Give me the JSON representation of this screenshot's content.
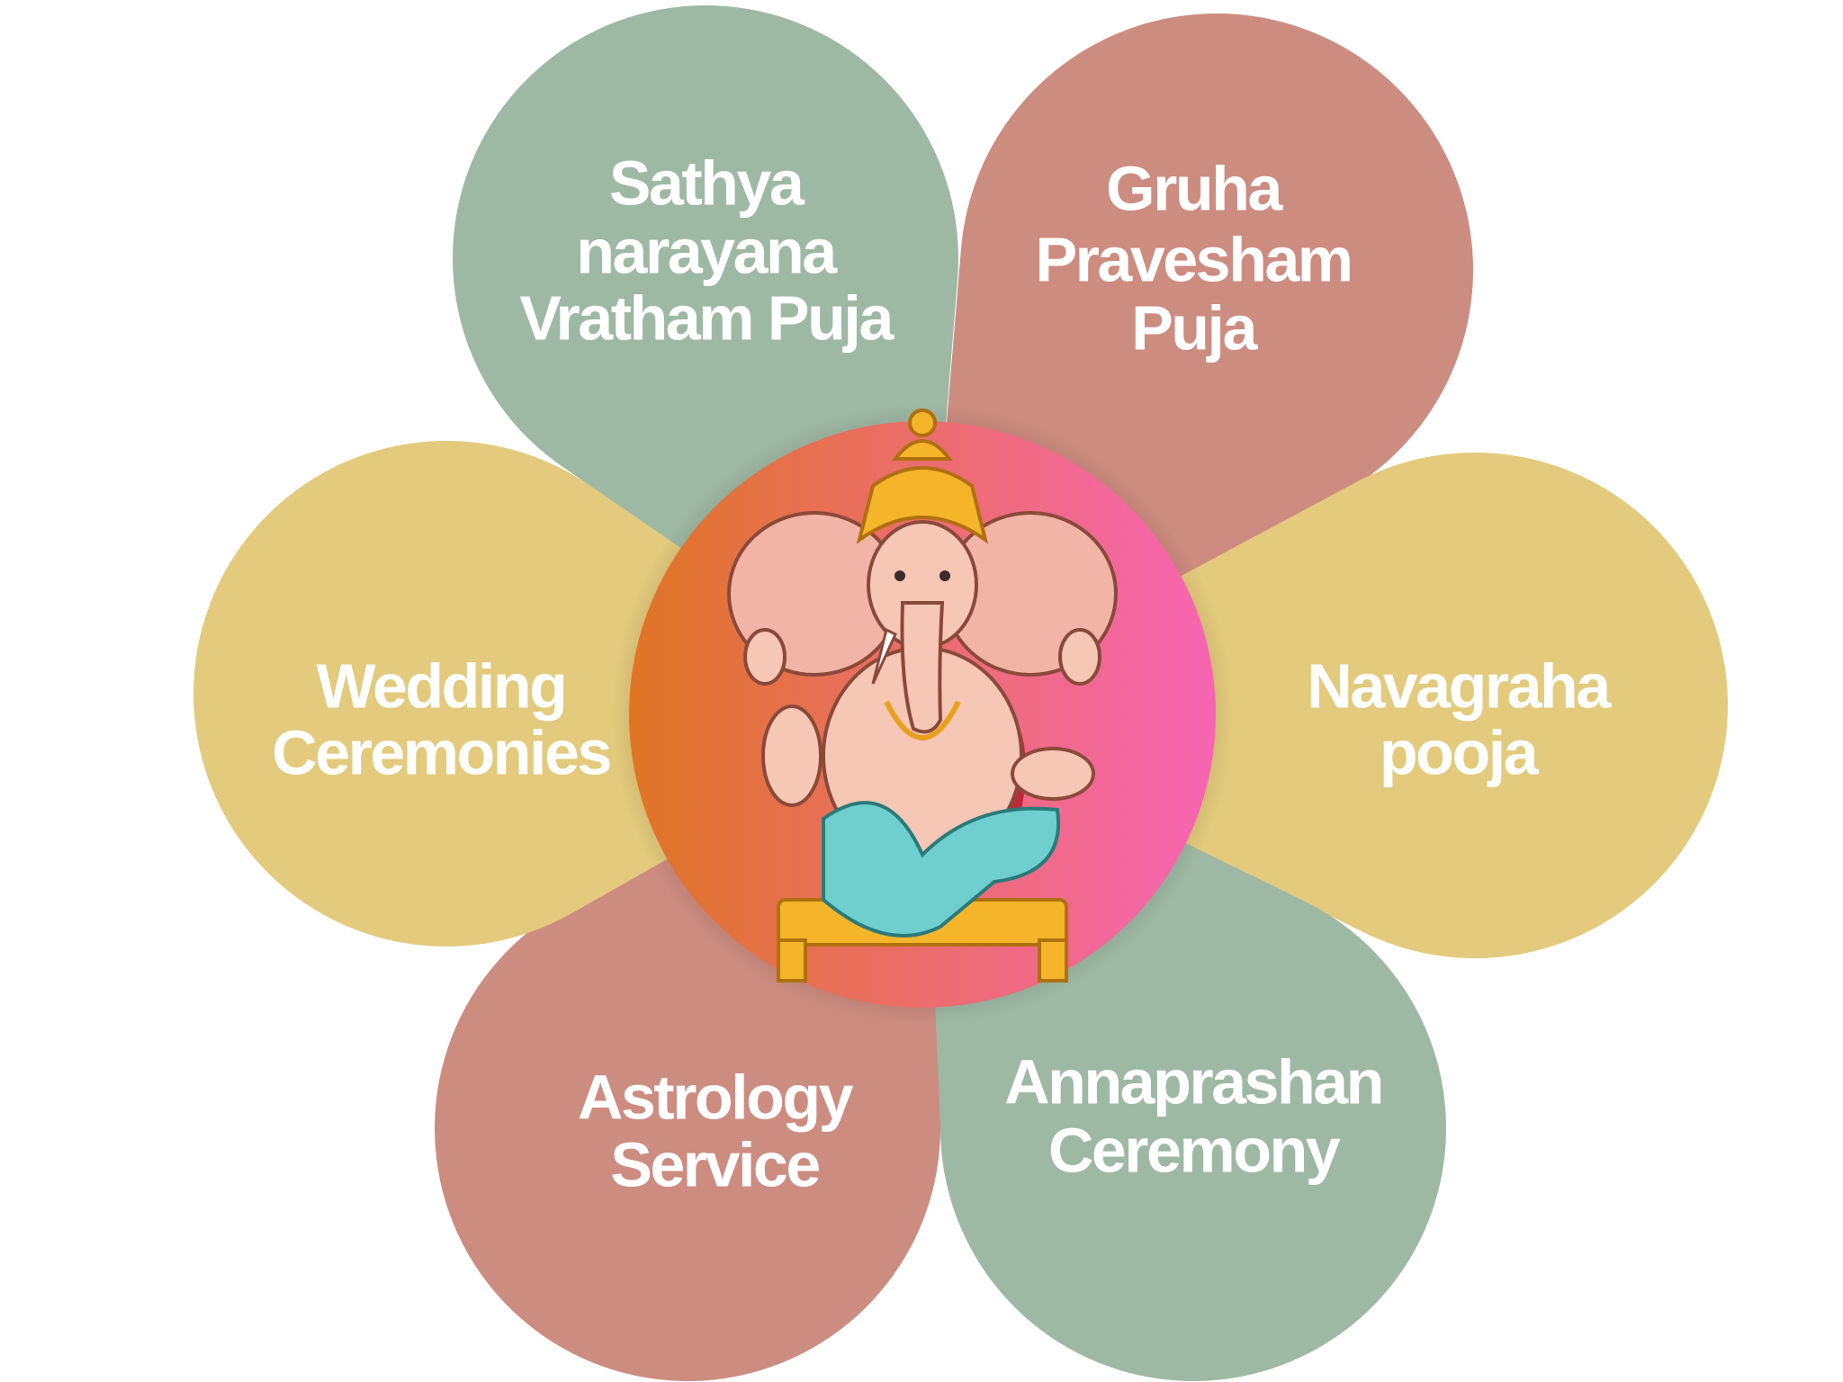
{
  "colors": {
    "green": "#9eb9a3",
    "rose": "#cd8c80",
    "yellow": "#e3ca7c",
    "center_start": "#e07525",
    "center_end": "#f765b3"
  },
  "center": {
    "image": "ganesha-illustration"
  },
  "petals": [
    {
      "id": "sathya",
      "color": "green",
      "lines": [
        "Sathya",
        "narayana",
        "Vratham Puja"
      ]
    },
    {
      "id": "gruha",
      "color": "rose",
      "lines": [
        "Gruha",
        "Pravesham",
        "Puja"
      ]
    },
    {
      "id": "navagraha",
      "color": "yellow",
      "lines": [
        "Navagraha",
        "pooja"
      ]
    },
    {
      "id": "annaprashan",
      "color": "green",
      "lines": [
        "Annaprashan",
        "Ceremony"
      ]
    },
    {
      "id": "astrology",
      "color": "rose",
      "lines": [
        "Astrology",
        "Service"
      ]
    },
    {
      "id": "wedding",
      "color": "yellow",
      "lines": [
        "Wedding",
        "Ceremonies"
      ]
    }
  ]
}
